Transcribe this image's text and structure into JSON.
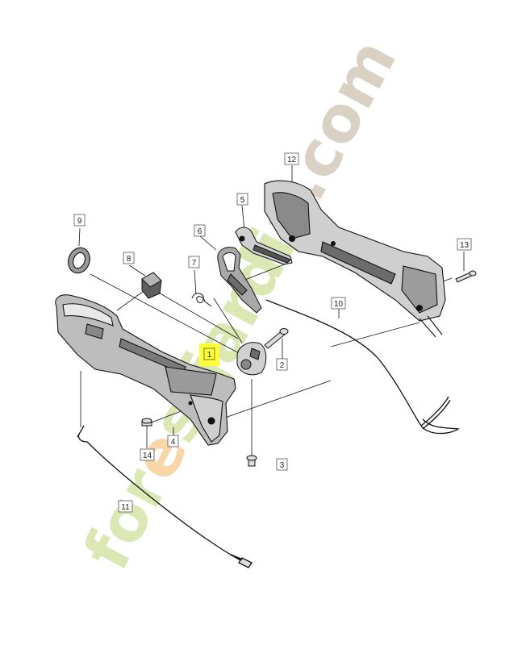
{
  "labels": [
    {
      "text": "1"
    },
    {
      "text": "2"
    },
    {
      "text": "3"
    },
    {
      "text": "4"
    },
    {
      "text": "5"
    },
    {
      "text": "6"
    },
    {
      "text": "7"
    },
    {
      "text": "8"
    },
    {
      "text": "9"
    },
    {
      "text": "10"
    },
    {
      "text": "11"
    },
    {
      "text": "12"
    },
    {
      "text": "13"
    },
    {
      "text": "14"
    }
  ],
  "highlight": {
    "part": "1",
    "color": "#ffff33"
  },
  "watermark": {
    "part_a": "for",
    "part_b": "e",
    "part_c": "stjardin",
    "part_d": ".com",
    "colors": {
      "green": "#dbe8b4",
      "orange": "#f8d6a8",
      "grey": "#d8d1c4"
    }
  }
}
